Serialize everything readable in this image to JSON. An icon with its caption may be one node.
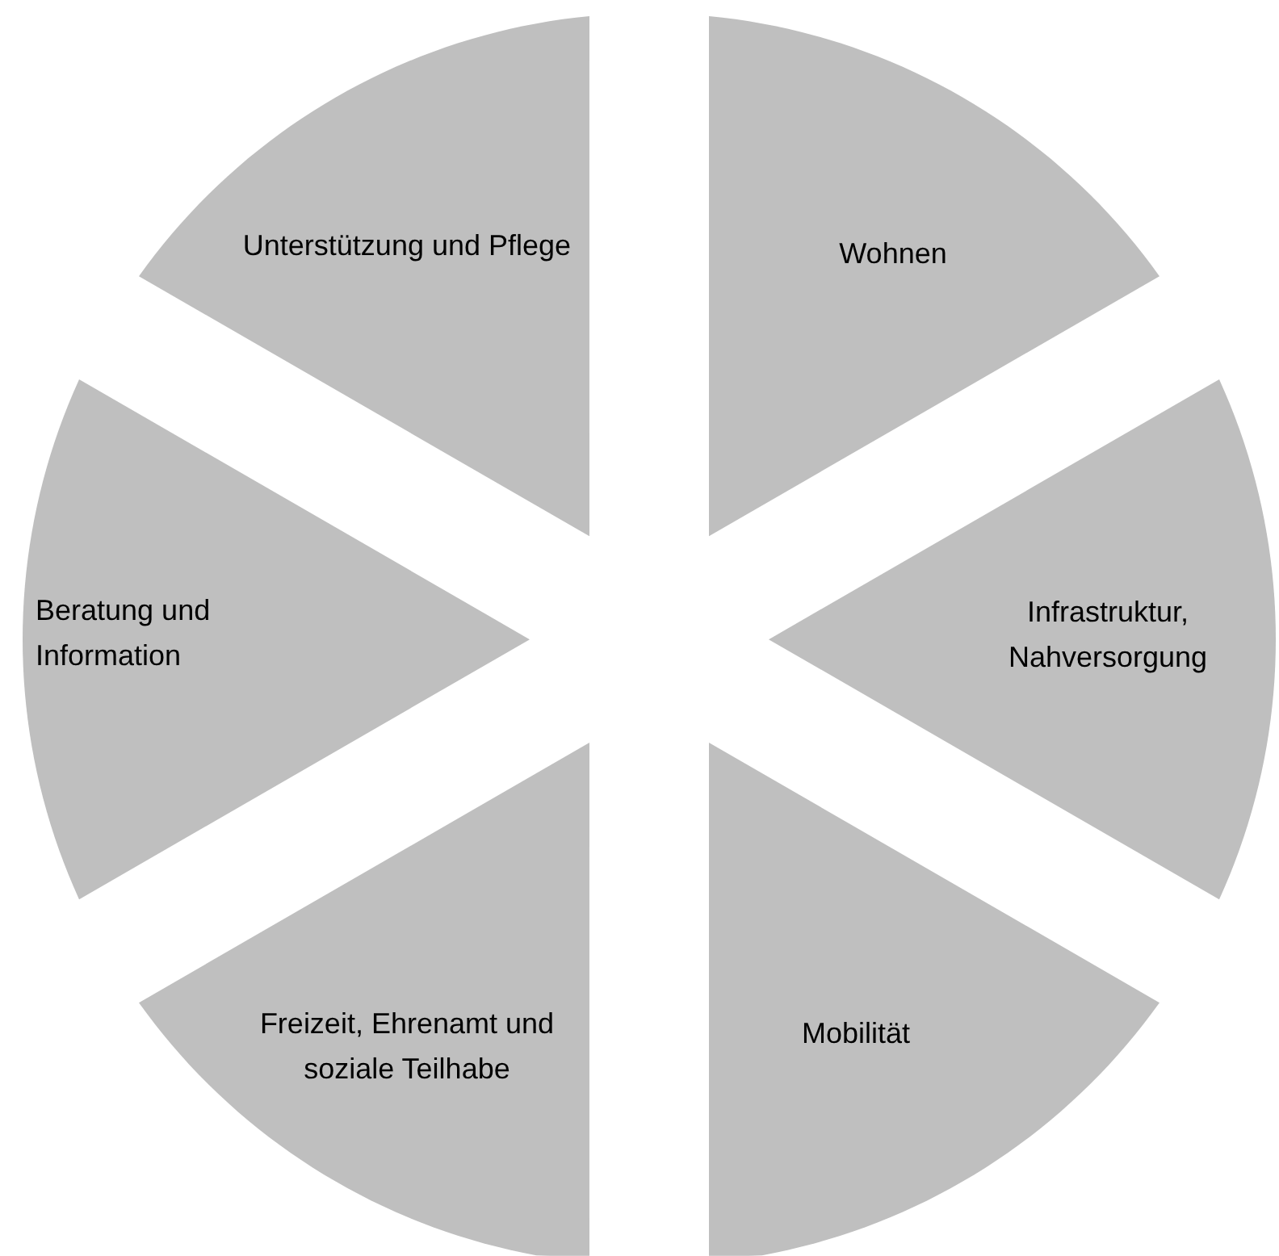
{
  "diagram": {
    "nodes": [
      {
        "text": [
          "Unterstützung und Pflege"
        ]
      },
      {
        "text": [
          "Wohnen"
        ]
      },
      {
        "text": [
          "Beratung und Information"
        ]
      },
      {
        "text": [
          "Infrastruktur, Nahversorgung"
        ]
      },
      {
        "text": [
          "Freizeit, Ehrenamt und soziale Teilhabe"
        ]
      },
      {
        "text": [
          "Mobilität"
        ]
      }
    ]
  }
}
